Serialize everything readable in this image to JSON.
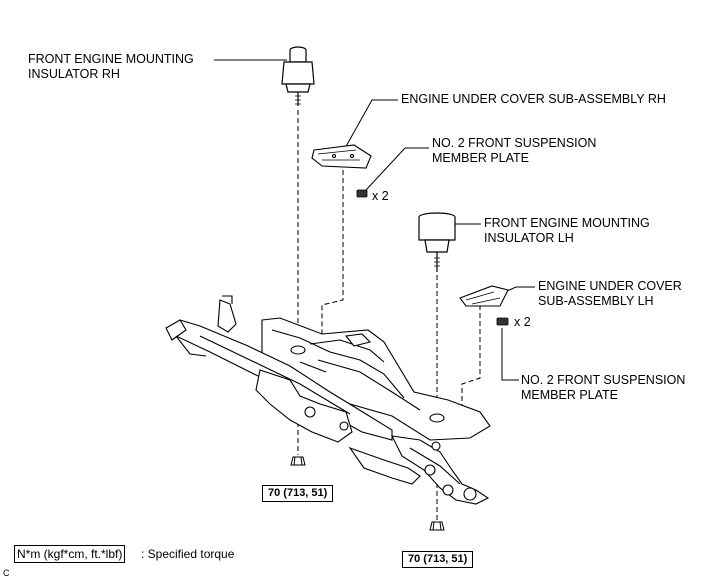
{
  "labels": {
    "insulator_rh": [
      "FRONT ENGINE MOUNTING",
      "INSULATOR RH"
    ],
    "under_cover_rh": [
      "ENGINE UNDER COVER SUB-ASSEMBLY RH"
    ],
    "plate_top": [
      "NO. 2 FRONT SUSPENSION",
      "MEMBER PLATE"
    ],
    "insulator_lh": [
      "FRONT ENGINE MOUNTING",
      "INSULATOR LH"
    ],
    "under_cover_lh": [
      "ENGINE UNDER COVER",
      "SUB-ASSEMBLY LH"
    ],
    "plate_bottom": [
      "NO. 2 FRONT SUSPENSION",
      "MEMBER PLATE"
    ]
  },
  "multipliers": {
    "top": "x 2",
    "bottom": "x 2"
  },
  "torque": {
    "left": "70 (713, 51)",
    "right": "70 (713, 51)"
  },
  "legend": {
    "unit": "N*m (kgf*cm, ft.*lbf)",
    "description": ": Specified torque"
  },
  "figure_code": "C"
}
